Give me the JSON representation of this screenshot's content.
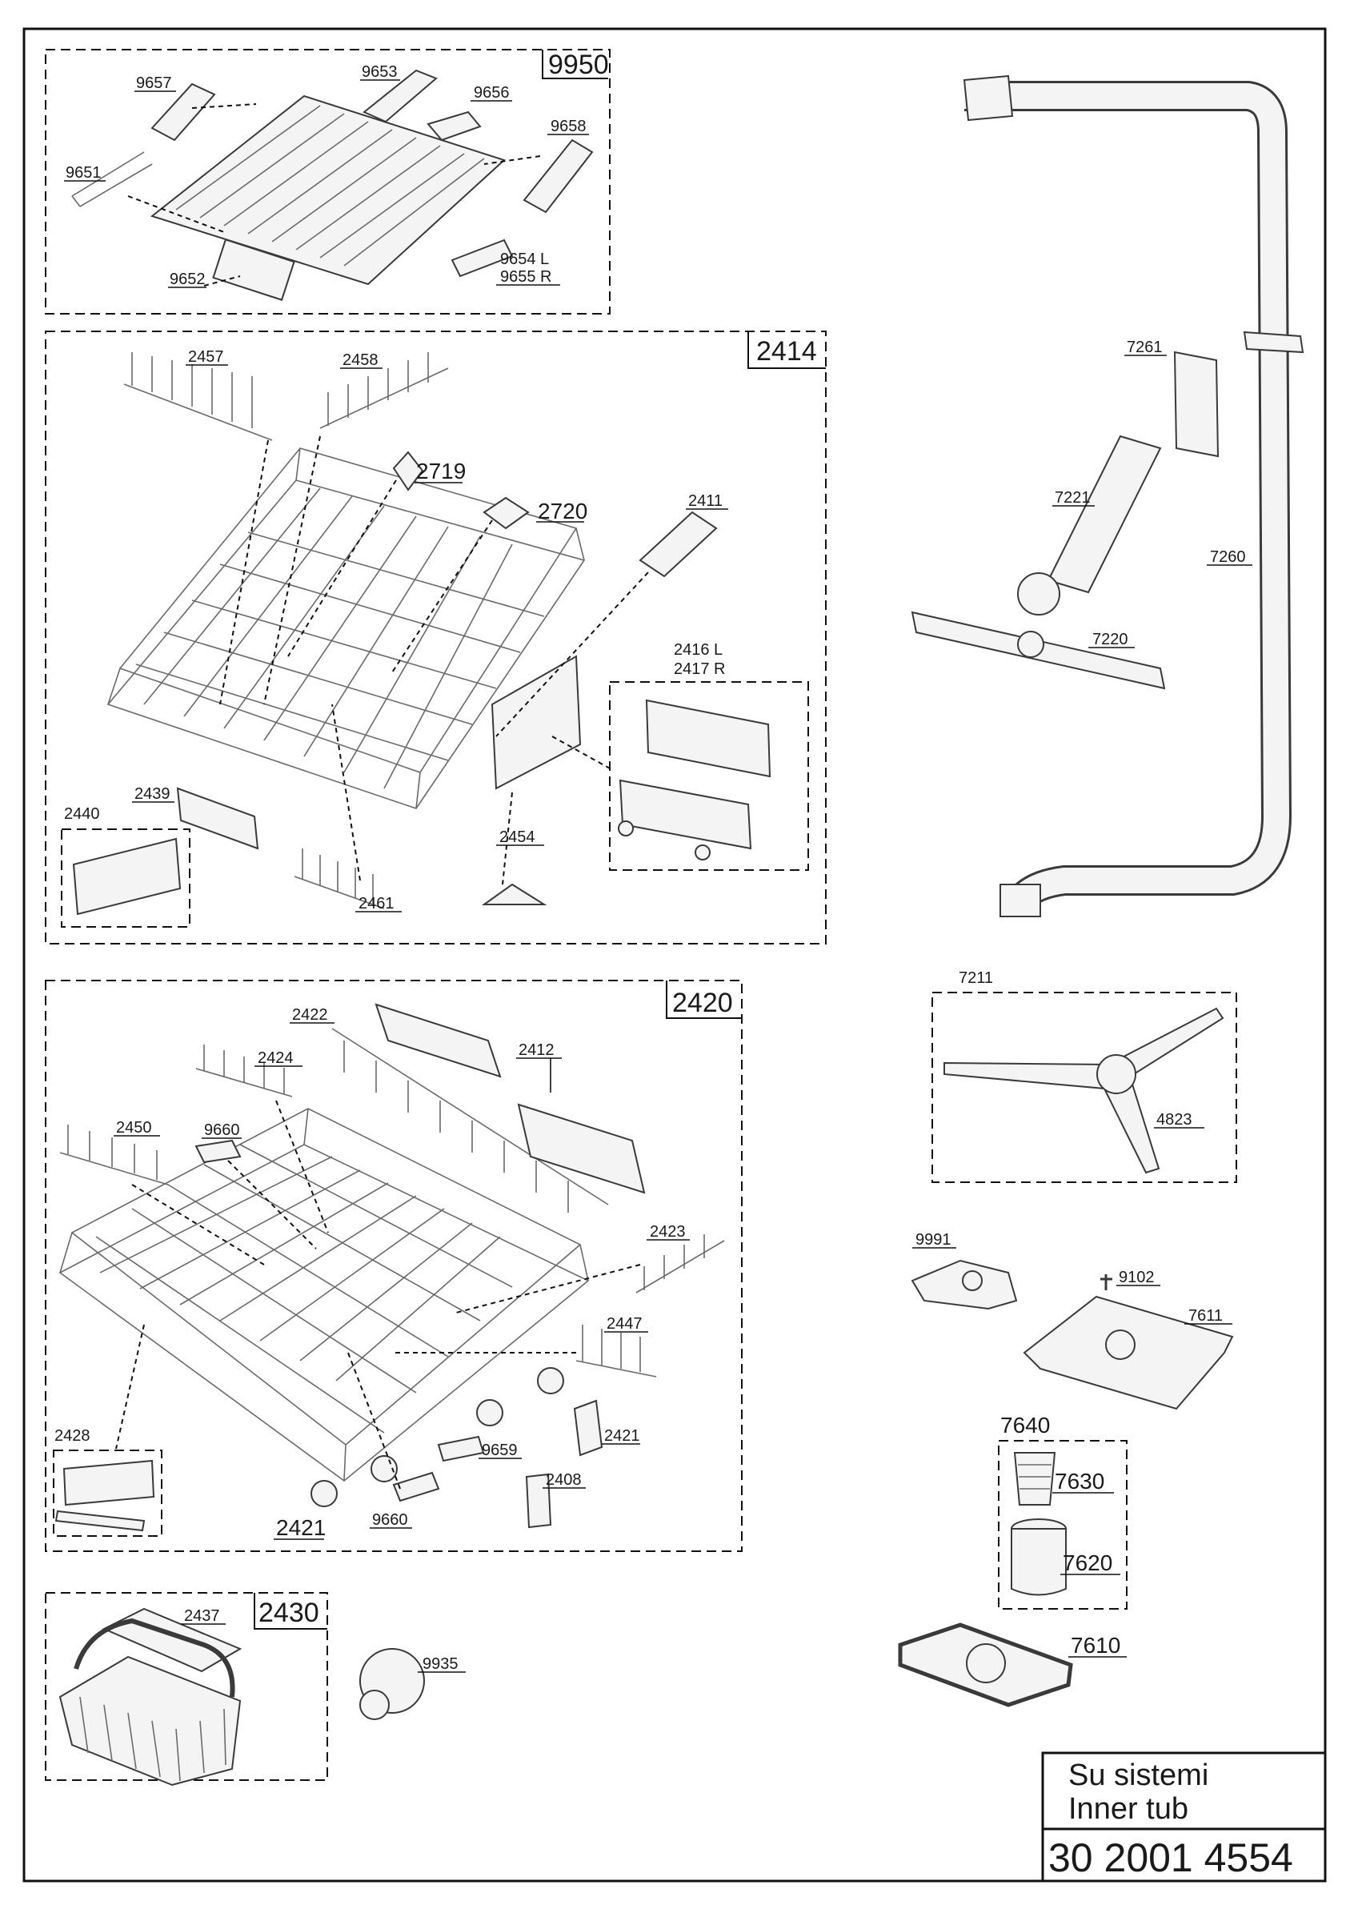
{
  "title_block": {
    "line_tr": "Su sistemi",
    "line_en": "Inner tub",
    "number": "30 2001 4554"
  },
  "groups": {
    "g9950": "9950",
    "g2414": "2414",
    "g2420": "2420",
    "g2430": "2430"
  },
  "labels": {
    "p9657": "9657",
    "p9653": "9653",
    "p9656": "9656",
    "p9658": "9658",
    "p9651": "9651",
    "p9654": "9654 L",
    "p9655": "9655 R",
    "p9652": "9652",
    "p2457": "2457",
    "p2458": "2458",
    "p2719": "2719",
    "p2720": "2720",
    "p2411": "2411",
    "p2416": "2416 L",
    "p2417": "2417 R",
    "p2439": "2439",
    "p2440": "2440",
    "p2454": "2454",
    "p2461": "2461",
    "p2422": "2422",
    "p2424": "2424",
    "p2412": "2412",
    "p2450": "2450",
    "p9660a": "9660",
    "p2423": "2423",
    "p2447": "2447",
    "p2428": "2428",
    "p9659": "9659",
    "p2421a": "2421",
    "p2408": "2408",
    "p2421b": "2421",
    "p9660b": "9660",
    "p2437": "2437",
    "p9935": "9935",
    "p7261": "7261",
    "p7221": "7221",
    "p7260": "7260",
    "p7220": "7220",
    "p7211": "7211",
    "p4823": "4823",
    "p9991": "9991",
    "p9102": "9102",
    "p7611": "7611",
    "p7640": "7640",
    "p7630": "7630",
    "p7620": "7620",
    "p7610": "7610"
  }
}
